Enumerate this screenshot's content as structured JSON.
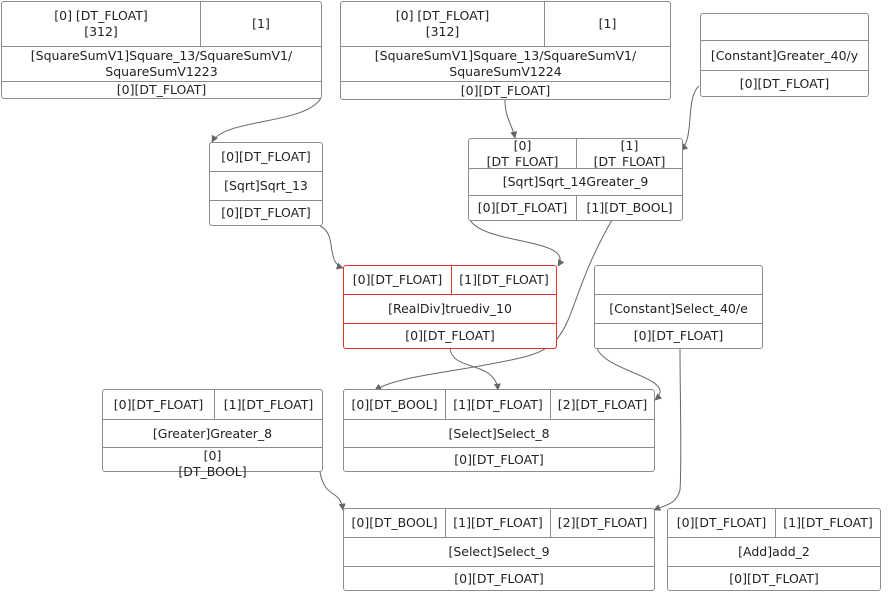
{
  "nodes": {
    "ssv1223": {
      "inputs": [
        "[0]  [DT_FLOAT]\n[312]",
        "[1]"
      ],
      "name": "[SquareSumV1]Square_13/SquareSumV1/\nSquareSumV1223",
      "outputs": [
        "[0][DT_FLOAT]"
      ]
    },
    "ssv1224": {
      "inputs": [
        "[0]  [DT_FLOAT]\n[312]",
        "[1]"
      ],
      "name": "[SquareSumV1]Square_13/SquareSumV1/\nSquareSumV1224",
      "outputs": [
        "[0][DT_FLOAT]"
      ]
    },
    "greater40y": {
      "inputs": [
        ""
      ],
      "name": "[Constant]Greater_40/y",
      "outputs": [
        "[0][DT_FLOAT]"
      ]
    },
    "sqrt13": {
      "inputs": [
        "[0][DT_FLOAT]"
      ],
      "name": "[Sqrt]Sqrt_13",
      "outputs": [
        "[0][DT_FLOAT]"
      ]
    },
    "sqrt14": {
      "inputs": [
        "[0]\n[DT_FLOAT]",
        "[1]\n[DT_FLOAT]"
      ],
      "name": "[Sqrt]Sqrt_14Greater_9",
      "outputs": [
        "[0][DT_FLOAT]",
        "[1][DT_BOOL]"
      ]
    },
    "truediv10": {
      "inputs": [
        "[0][DT_FLOAT]",
        "[1][DT_FLOAT]"
      ],
      "name": "[RealDiv]truediv_10",
      "outputs": [
        "[0][DT_FLOAT]"
      ]
    },
    "select40e": {
      "inputs": [
        ""
      ],
      "name": "[Constant]Select_40/e",
      "outputs": [
        "[0][DT_FLOAT]"
      ]
    },
    "greater8": {
      "inputs": [
        "[0][DT_FLOAT]",
        "[1][DT_FLOAT]"
      ],
      "name": "[Greater]Greater_8",
      "outputs": [
        "[0]\n[DT_BOOL]"
      ]
    },
    "select8": {
      "inputs": [
        "[0][DT_BOOL]",
        "[1][DT_FLOAT]",
        "[2][DT_FLOAT]"
      ],
      "name": "[Select]Select_8",
      "outputs": [
        "[0][DT_FLOAT]"
      ]
    },
    "select9": {
      "inputs": [
        "[0][DT_BOOL]",
        "[1][DT_FLOAT]",
        "[2][DT_FLOAT]"
      ],
      "name": "[Select]Select_9",
      "outputs": [
        "[0][DT_FLOAT]"
      ]
    },
    "add2": {
      "inputs": [
        "[0][DT_FLOAT]",
        "[1][DT_FLOAT]"
      ],
      "name": "[Add]add_2",
      "outputs": [
        "[0][DT_FLOAT]"
      ]
    }
  },
  "edges": [
    {
      "from": "ssv1223",
      "to": "sqrt13"
    },
    {
      "from": "ssv1224",
      "to": "sqrt14"
    },
    {
      "from": "greater40y",
      "to": "sqrt14"
    },
    {
      "from": "sqrt13",
      "to": "truediv10"
    },
    {
      "from": "sqrt14",
      "to": "truediv10"
    },
    {
      "from": "sqrt14",
      "to": "select8"
    },
    {
      "from": "truediv10",
      "to": "select8"
    },
    {
      "from": "select40e",
      "to": "select8"
    },
    {
      "from": "greater8",
      "to": "select9"
    },
    {
      "from": "select40e",
      "to": "select9"
    }
  ],
  "colors": {
    "border": "#8c8c8c",
    "highlight": "#e0302a",
    "edge": "#666666"
  }
}
